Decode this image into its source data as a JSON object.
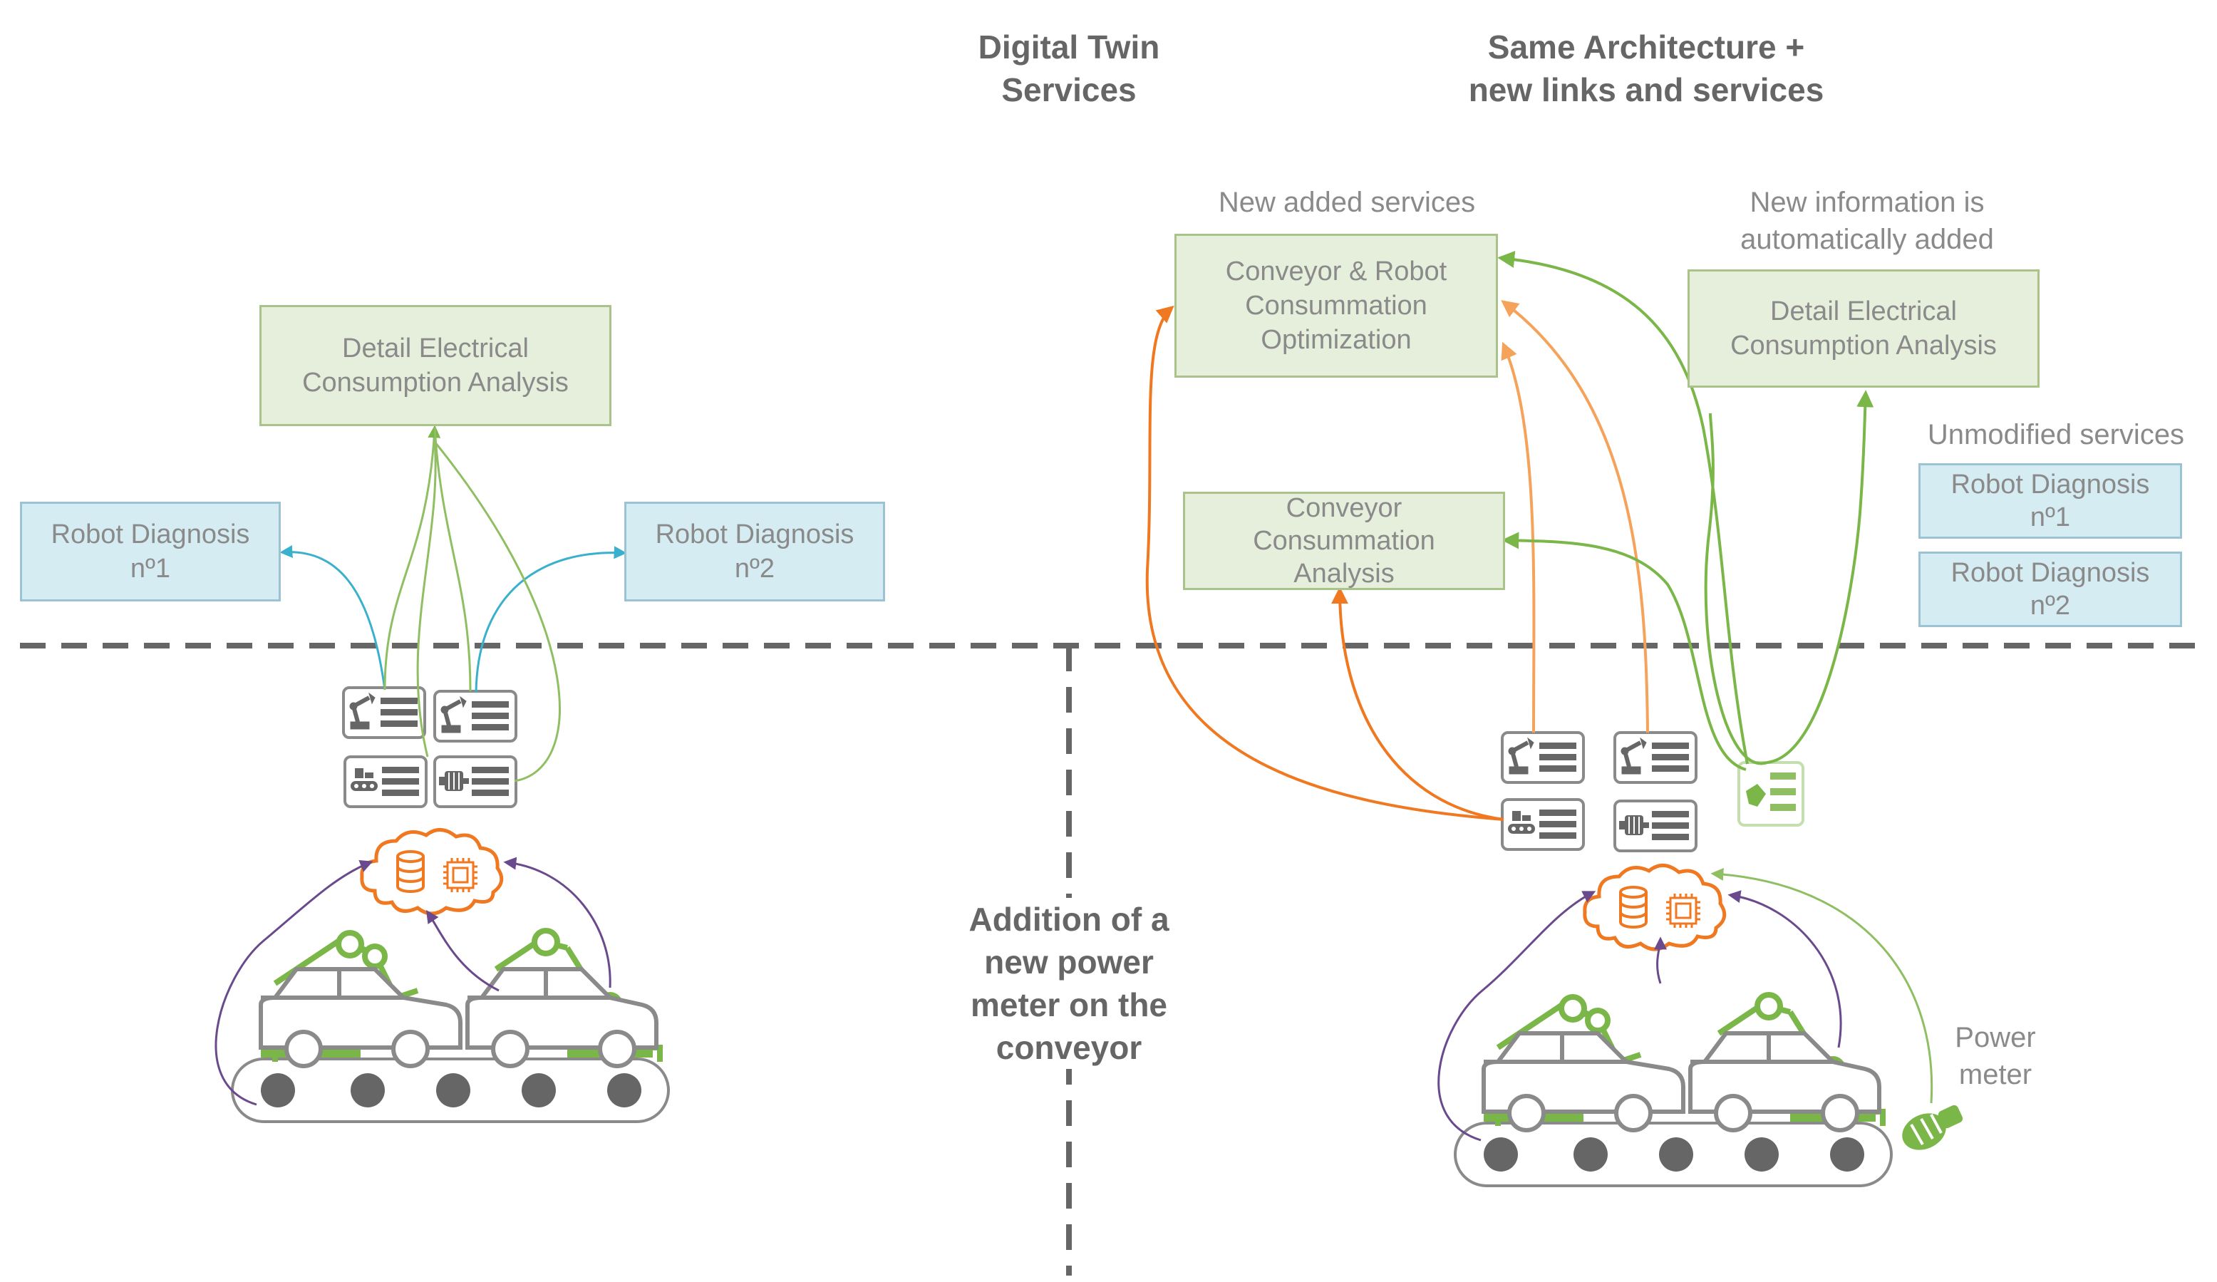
{
  "headings": {
    "digital_twin_services": "Digital Twin\nServices",
    "same_architecture": "Same Architecture +\nnew links and services",
    "addition_note": "Addition of a\nnew power\nmeter on the\nconveyor"
  },
  "left": {
    "detail_box": "Detail Electrical\nConsumption Analysis",
    "robot1_box": "Robot Diagnosis\nnº1",
    "robot2_box": "Robot Diagnosis\nnº2"
  },
  "right": {
    "new_services_label": "New added services",
    "conv_robot_box": "Conveyor & Robot\nConsummation\nOptimization",
    "conveyor_box": "Conveyor\nConsummation\nAnalysis",
    "new_info_label": "New information is\nautomatically added",
    "detail_box": "Detail Electrical\nConsumption Analysis",
    "unmodified_label": "Unmodified services",
    "robot1_box": "Robot Diagnosis\nnº1",
    "robot2_box": "Robot Diagnosis\nnº2",
    "power_meter_label": "Power\nmeter"
  },
  "colors": {
    "green_box_fill": "#e6efdc",
    "blue_box_fill": "#d6ecf3",
    "orange": "#f07820",
    "light_orange": "#f5a35a",
    "green": "#7ab648",
    "light_green": "#a0c878",
    "purple": "#6a4a8c",
    "blue_arrow": "#3ab0cc",
    "gray": "#8a8a8a",
    "dark_gray": "#666666"
  },
  "icons": [
    "robot-arm-icon",
    "conveyor-icon",
    "motor-icon",
    "power-meter-icon",
    "database-icon",
    "chip-icon",
    "cloud-icon",
    "car-icon"
  ]
}
